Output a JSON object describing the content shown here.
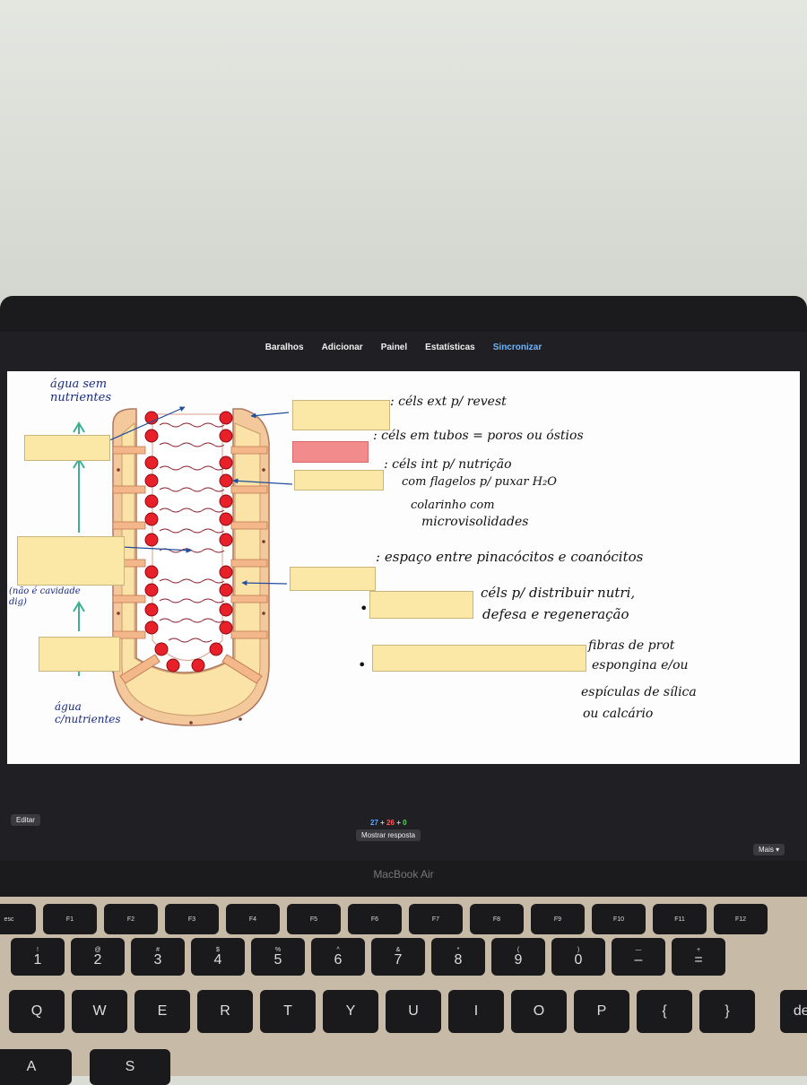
{
  "menu": {
    "items": [
      "Baralhos",
      "Adicionar",
      "Painel",
      "Estatísticas",
      "Sincronizar"
    ],
    "active_index": 4
  },
  "card": {
    "left_notes": {
      "top": "água sem\nnutrientes",
      "middle": "(não é cavidade\ndig)",
      "bottom": "água\nc/nutrientes"
    },
    "labels": [
      ": céls ext p/ revest",
      ": céls em tubos = poros ou óstios",
      ": céls int p/ nutrição",
      "com flagelos p/ puxar H₂O",
      "colarinho com",
      "microvisolidades",
      ": espaço entre pinacócitos e coanócitos",
      "céls p/ distribuir nutri,",
      "defesa e regeneração",
      "fibras de prot",
      "espongina e/ou",
      "espículas de sílica",
      "ou calcário"
    ],
    "colors": {
      "answer_box": "#fbe7a6",
      "highlight_box": "#f28b8b",
      "cell_red": "#e8202a"
    }
  },
  "bottom_bar": {
    "edit_button": "Editar",
    "count_blue": "27",
    "count_red": "26",
    "count_green": "0",
    "plus": "+",
    "show_answer_button": "Mostrar resposta",
    "more_button": "Mais ▾"
  },
  "laptop": {
    "brand": "MacBook Air"
  },
  "keyboard": {
    "fn_row": [
      "esc",
      "F1",
      "F2",
      "F3",
      "F4",
      "F5",
      "F6",
      "F7",
      "F8",
      "F9",
      "F10",
      "F11",
      "F12"
    ],
    "num_top": [
      "!",
      "@",
      "#",
      "$",
      "%",
      "^",
      "&",
      "*",
      "(",
      ")",
      "—",
      "+"
    ],
    "num_main": [
      "1",
      "2",
      "3",
      "4",
      "5",
      "6",
      "7",
      "8",
      "9",
      "0",
      "–",
      "="
    ],
    "letters": [
      "Q",
      "W",
      "E",
      "R",
      "T",
      "Y",
      "U",
      "I",
      "O",
      "P",
      "{",
      "}"
    ],
    "delete_label": "dele",
    "bottom_letters": [
      "A",
      "S"
    ]
  }
}
